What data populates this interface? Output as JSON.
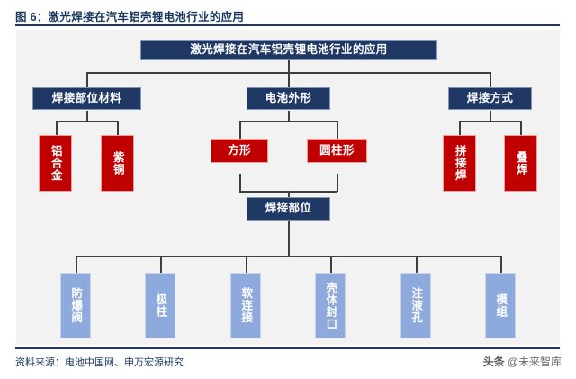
{
  "figure": {
    "title": "图 6：激光焊接在汽车铝壳锂电池行业的应用",
    "source_label": "资料来源：电池中国网、申万宏源研究"
  },
  "watermark": {
    "logo": "头条",
    "handle": "@未来智库"
  },
  "colors": {
    "navy": "#1F3864",
    "red": "#C00000",
    "blue": "#8EAADC",
    "panel_bg": "#F2F2F2",
    "rule": "#1F3864",
    "connector": "#3F3F3F"
  },
  "diagram": {
    "type": "tree",
    "root": {
      "label": "激光焊接在汽车铝壳锂电池行业的应用",
      "style": "navy"
    },
    "level2": [
      {
        "label": "焊接部位材料",
        "style": "navy"
      },
      {
        "label": "电池外形",
        "style": "navy"
      },
      {
        "label": "焊接方式",
        "style": "navy"
      }
    ],
    "materials": [
      {
        "label": "铝合金",
        "style": "red",
        "orientation": "vertical"
      },
      {
        "label": "紫铜",
        "style": "red",
        "orientation": "vertical"
      }
    ],
    "shapes": [
      {
        "label": "方形",
        "style": "red",
        "orientation": "horizontal"
      },
      {
        "label": "圆柱形",
        "style": "red",
        "orientation": "horizontal"
      }
    ],
    "methods": [
      {
        "label": "拼接焊",
        "style": "red",
        "orientation": "vertical"
      },
      {
        "label": "叠焊",
        "style": "red",
        "orientation": "vertical"
      }
    ],
    "weld_hub": {
      "label": "焊接部位",
      "style": "navy"
    },
    "weld_parts": [
      {
        "label": "防爆阀",
        "style": "blue",
        "orientation": "vertical"
      },
      {
        "label": "极柱",
        "style": "blue",
        "orientation": "vertical"
      },
      {
        "label": "软连接",
        "style": "blue",
        "orientation": "vertical"
      },
      {
        "label": "壳体封口",
        "style": "blue",
        "orientation": "vertical"
      },
      {
        "label": "注液孔",
        "style": "blue",
        "orientation": "vertical"
      },
      {
        "label": "模组",
        "style": "blue",
        "orientation": "vertical"
      }
    ]
  }
}
